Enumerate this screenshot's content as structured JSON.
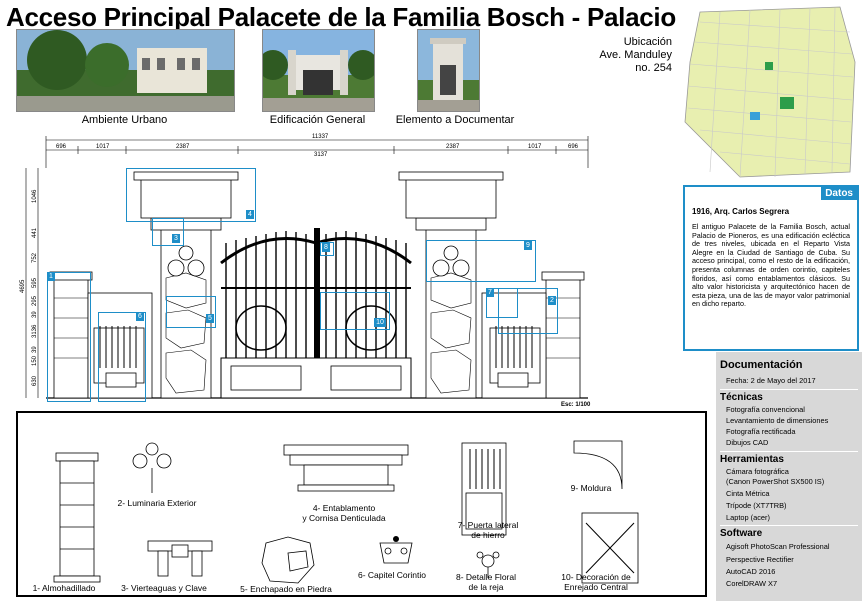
{
  "title": "Acceso Principal  Palacete de la Familia Bosch - Palacio de Pioneros",
  "photos": [
    {
      "caption": "Ambiente Urbano"
    },
    {
      "caption": "Edificación General"
    },
    {
      "caption": "Elemento a Documentar"
    }
  ],
  "ubicacion": {
    "line1": "Ubicación",
    "line2": "Ave. Manduley",
    "line3": "no. 254"
  },
  "elevation": {
    "dims_top": [
      "11337",
      "696",
      "1017",
      "2387",
      "3137",
      "2387",
      "1017",
      "696"
    ],
    "dims_left": [
      "1046",
      "441",
      "752",
      "4695",
      "595",
      "295",
      "39",
      "3136",
      "630",
      "150",
      "39"
    ],
    "scale": "Esc: 1/100",
    "callouts": [
      "1",
      "2",
      "3",
      "4",
      "5",
      "6",
      "7",
      "8",
      "9",
      "10"
    ]
  },
  "datos": {
    "header": "Datos",
    "subtitle": "1916, Arq. Carlos Segrera",
    "text": "El antiguo Palacete de la Familia Bosch, actual Palacio de Pioneros, es una edificación ecléctica de tres niveles, ubicada en el Reparto Vista Alegre en la Ciudad de Santiago de Cuba. Su acceso principal, como el resto de la edificación, presenta columnas de orden corintio, capiteles floridos, así como entablamentos clásicos. Su alto valor historicista y arquitectónico hacen de esta pieza, una de las de mayor valor patrimonial en dicho reparto."
  },
  "documentacion": {
    "title": "Documentación",
    "fecha": "Fecha: 2 de Mayo del 2017",
    "tecnicas_title": "Técnicas",
    "tecnicas": [
      "Fotografía convencional",
      "Levantamiento de dimensiones",
      "Fotografía rectificada",
      "Dibujos CAD"
    ],
    "herramientas_title": "Herramientas",
    "herramientas": [
      "Cámara fotográfica",
      "(Canon PowerShot SX500 IS)",
      "Cinta Métrica",
      "Trípode (XT7TRB)",
      "Laptop (acer)"
    ],
    "software_title": "Software",
    "software": [
      "Agisoft PhotoScan Professional",
      "Perspective Rectifier",
      "AutoCAD 2016",
      "CorelDRAW X7"
    ]
  },
  "details": [
    {
      "caption": "1- Almohadillado"
    },
    {
      "caption": "2- Luminaria Exterior"
    },
    {
      "caption": "3- Vierteaguas y Clave"
    },
    {
      "caption_l1": "4- Entablamento",
      "caption_l2": "y Cornisa Denticulada"
    },
    {
      "caption": "5- Enchapado en Piedra"
    },
    {
      "caption": "6- Capitel Corintio"
    },
    {
      "caption_l1": "7- Puerta lateral",
      "caption_l2": "de hierro"
    },
    {
      "caption_l1": "8- Detalle Floral",
      "caption_l2": "de la reja"
    },
    {
      "caption": "9- Moldura"
    },
    {
      "caption_l1": "10- Decoración de",
      "caption_l2": "Enrejado Central"
    }
  ],
  "colors": {
    "accent": "#1e8ec8",
    "panel": "#d8d8d8",
    "map_yellow": "#e8efb0"
  }
}
